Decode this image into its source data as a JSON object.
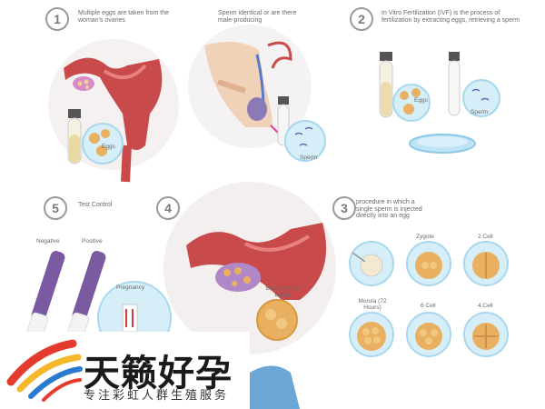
{
  "steps": [
    {
      "num": "1",
      "text": "Multiple eggs are taken from the woman's ovaries"
    },
    {
      "num": "2",
      "text": "In Vitro Fertilization (IVF) is the process of fertilization by extracting eggs, retrieving a sperm"
    },
    {
      "num": "3",
      "text": "procedure in which a single sperm is injected directly into an egg"
    },
    {
      "num": "4",
      "text": ""
    },
    {
      "num": "5",
      "text": "Test Control"
    }
  ],
  "sperm_note": "Sperm identical or are there male-producing",
  "labels": {
    "eggs_1": "Eggs",
    "sperm_1": "Sperm",
    "eggs_2": "Eggs",
    "sperm_2": "Sperm",
    "blastocyst": "Blastocyst (4 Days)",
    "negative": "Negative",
    "positive": "Positive",
    "pregnancy": "Pregnancy"
  },
  "cells": [
    {
      "label": "Zygote"
    },
    {
      "label": "2 Cell"
    },
    {
      "label": "Morula (72 Hours)"
    },
    {
      "label": "6 Cell"
    },
    {
      "label": "4 Cell"
    }
  ],
  "watermark": {
    "title": "天籁好孕",
    "subtitle": "专注彩虹人群生殖服务"
  },
  "colors": {
    "uterus": "#c84a4a",
    "egg": "#e8b060",
    "dish": "#d6eef8",
    "test": "#7a5aa0",
    "logo_red": "#e53b2f",
    "logo_yellow": "#f4b82a",
    "logo_blue": "#2a7bd0"
  }
}
